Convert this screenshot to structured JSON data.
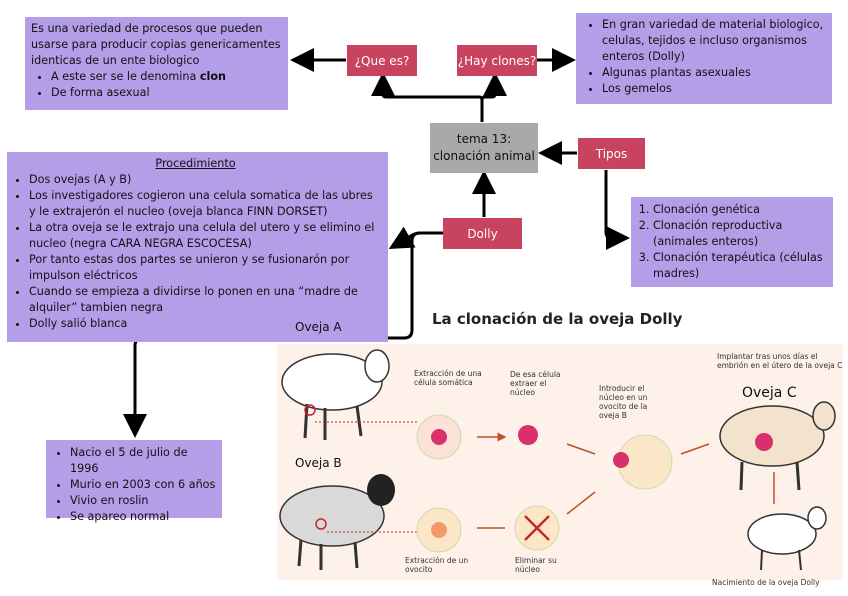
{
  "center": {
    "line1": "tema 13:",
    "line2": "clonación animal"
  },
  "que_es": {
    "label": "¿Que es?"
  },
  "hay_clones": {
    "label": "¿Hay clones?"
  },
  "tipos": {
    "label": "Tipos"
  },
  "dolly": {
    "label": "Dolly"
  },
  "definition": {
    "text": "Es una variedad de procesos que pueden usarse para producir copias genericamentes identicas de un ente biologico",
    "bullet1_prefix": "A este ser se le denomina ",
    "bullet1_bold": "clon",
    "bullet2": "De forma asexual"
  },
  "clones": {
    "items": [
      "En gran variedad de material biologico, celulas, tejidos e incluso organismos enteros (Dolly)",
      "Algunas plantas asexuales",
      "Los gemelos"
    ]
  },
  "types": {
    "items": [
      "Clonación genética",
      "Clonación reproductiva (animales enteros)",
      "Clonación terapéutica (células madres)"
    ]
  },
  "procedure": {
    "title": "Procedimiento",
    "items": [
      "Dos ovejas (A y B)",
      "Los investigadores cogieron una celula somatica de las ubres y le extrajerón el nucleo (oveja blanca FINN DORSET)",
      "La otra oveja se le extrajo  una celula del utero y se elimino el nucleo (negra CARA NEGRA ESCOCESA)",
      "Por tanto estas dos partes se unieron y se fusionarón por impulson eléctricos",
      "Cuando se empieza a dividirse lo ponen en una “madre de alquiler” tambien negra",
      "Dolly salió blanca"
    ]
  },
  "facts": {
    "items": [
      "Nacio el 5 de julio de 1996",
      "Murio en 2003 con 6 años",
      "Vivio en roslin",
      "Se apareo normal"
    ]
  },
  "illustration": {
    "title": "La clonación de la oveja Dolly",
    "oveja_a": "Oveja A",
    "oveja_b": "Oveja B",
    "oveja_c": "Oveja C",
    "extraccion_somatica": "Extracción de una célula somática",
    "extraer_nucleo": "De esa célula extraer el núcleo",
    "introducir": "Introducir el núcleo en un ovocito de la oveja B",
    "implantar": "Implantar tras unos días el embrión en el útero de la oveja C",
    "extraccion_ovocito": "Extracción de un ovocito",
    "eliminar": "Eliminar su núcleo",
    "nacimiento": "Nacimiento de la oveja Dolly"
  }
}
